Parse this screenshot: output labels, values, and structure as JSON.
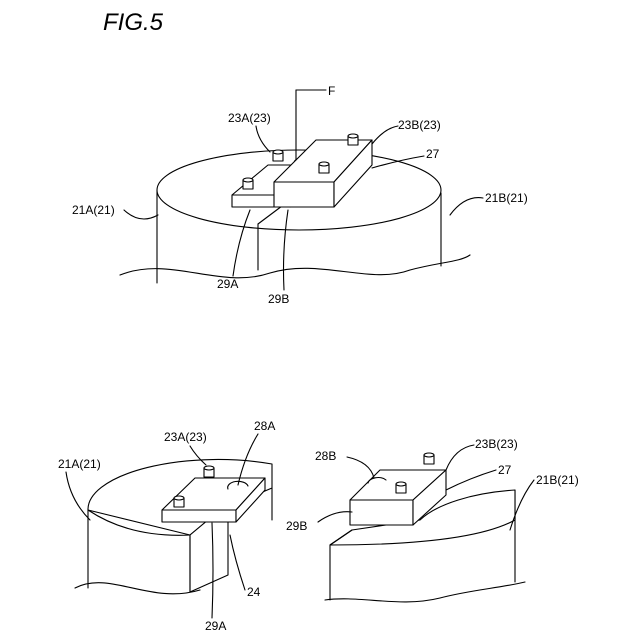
{
  "title": "FIG.5",
  "top_view": {
    "force_label": "F",
    "labels": {
      "jaw_a": "23A(23)",
      "jaw_b": "23B(23)",
      "part_27": "27",
      "cyl_a": "21A(21)",
      "cyl_b": "21B(21)",
      "edge_a": "29A",
      "edge_b": "29B"
    }
  },
  "bottom_left": {
    "labels": {
      "jaw_a": "23A(23)",
      "notch_a": "28A",
      "cyl_a": "21A(21)",
      "gap": "24",
      "edge_a": "29A"
    }
  },
  "bottom_right": {
    "labels": {
      "notch_b": "28B",
      "jaw_b": "23B(23)",
      "part_27": "27",
      "cyl_b": "21B(21)",
      "edge_b": "29B"
    }
  }
}
